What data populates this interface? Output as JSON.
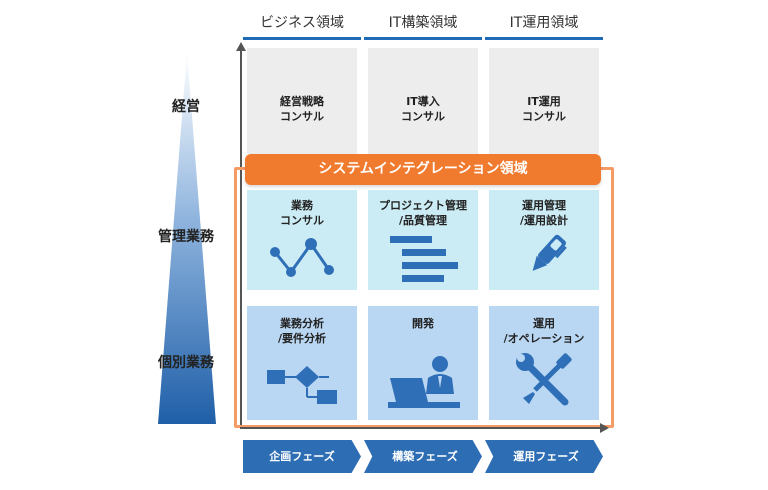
{
  "columns": [
    {
      "label": "ビジネス領域"
    },
    {
      "label": "IT構築領域"
    },
    {
      "label": "IT運用領域"
    }
  ],
  "rows": [
    {
      "label": "経営"
    },
    {
      "label": "管理業務"
    },
    {
      "label": "個別業務"
    }
  ],
  "cells": {
    "top": [
      {
        "line1": "経営戦略",
        "line2": "コンサル"
      },
      {
        "line1": "IT導入",
        "line2": "コンサル"
      },
      {
        "line1": "IT運用",
        "line2": "コンサル"
      }
    ],
    "mid": [
      {
        "line1": "業務",
        "line2": "コンサル",
        "icon": "line-chart-icon"
      },
      {
        "line1": "プロジェクト管理",
        "line2": "/品質管理",
        "icon": "gantt-bars-icon"
      },
      {
        "line1": "運用管理",
        "line2": "/運用設計",
        "icon": "pen-icon"
      }
    ],
    "bot": [
      {
        "line1": "業務分析",
        "line2": "/要件分析",
        "icon": "flowchart-icon"
      },
      {
        "line1": "開発",
        "line2": "",
        "icon": "developer-at-laptop-icon"
      },
      {
        "line1": "運用",
        "line2": "/オペレーション",
        "icon": "wrench-screwdriver-icon"
      }
    ]
  },
  "banner": {
    "label": "システムインテグレーション領域"
  },
  "phases": [
    {
      "label": "企画フェーズ"
    },
    {
      "label": "構築フェーズ"
    },
    {
      "label": "運用フェーズ"
    }
  ],
  "colors": {
    "blue": "#2d6db4",
    "icon_blue": "#2f6fb8",
    "orange": "#f07a2e",
    "orange_border": "#f49b66",
    "top_cell": "#ededed",
    "mid_cell": "#ccecf5",
    "bot_cell": "#b9d6f2"
  }
}
